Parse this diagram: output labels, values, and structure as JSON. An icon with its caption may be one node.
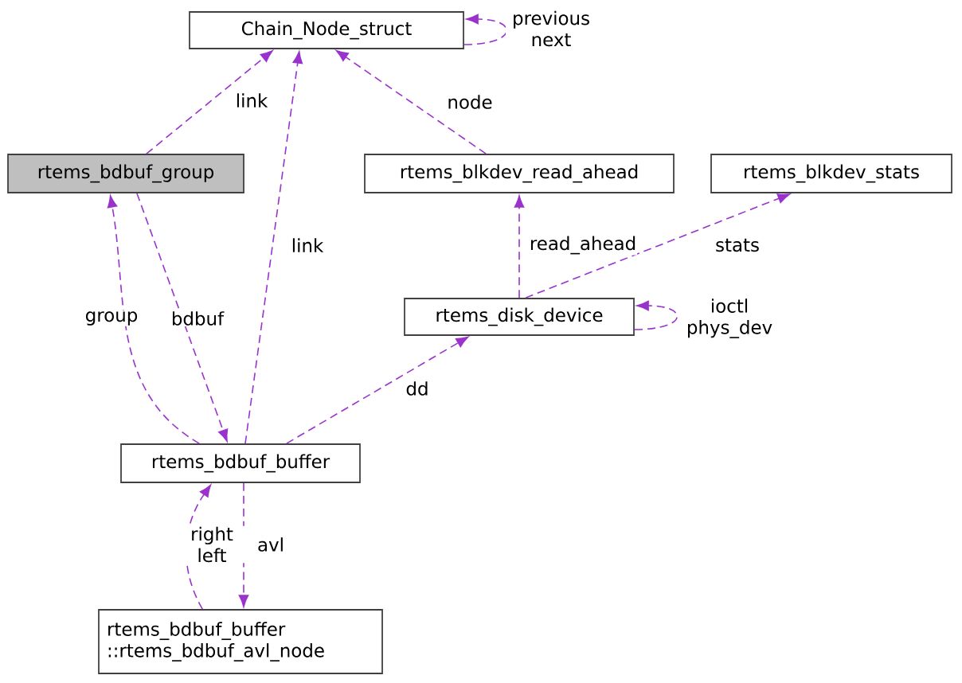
{
  "diagram": {
    "nodes": [
      {
        "text": [
          "Chain_Node_struct"
        ]
      },
      {
        "text": [
          "rtems_bdbuf_group"
        ]
      },
      {
        "text": [
          "rtems_blkdev_read_ahead"
        ]
      },
      {
        "text": [
          "rtems_blkdev_stats"
        ]
      },
      {
        "text": [
          "rtems_disk_device"
        ]
      },
      {
        "text": [
          "rtems_bdbuf_buffer"
        ]
      },
      {
        "text": [
          "rtems_bdbuf_buffer ::rtems_bdbuf_avl_node"
        ]
      }
    ],
    "edges": [
      {
        "from": 1,
        "to": 0,
        "arrow": "to",
        "label": "link"
      },
      {
        "from": 0,
        "to": 0,
        "arrow": "to",
        "label": "previous next"
      },
      {
        "from": 2,
        "to": 0,
        "arrow": "to",
        "label": "node"
      },
      {
        "from": 5,
        "to": 0,
        "arrow": "to",
        "label": "link"
      },
      {
        "from": 4,
        "to": 2,
        "arrow": "to",
        "label": "read_ahead"
      },
      {
        "from": 4,
        "to": 3,
        "arrow": "to",
        "label": "stats"
      },
      {
        "from": 4,
        "to": 4,
        "arrow": "to",
        "label": "ioctl phys_dev"
      },
      {
        "from": 5,
        "to": 4,
        "arrow": "to",
        "label": "dd"
      },
      {
        "from": 5,
        "to": 1,
        "arrow": "to",
        "label": "group"
      },
      {
        "from": 1,
        "to": 5,
        "arrow": "to",
        "label": "bdbuf"
      },
      {
        "from": 6,
        "to": 5,
        "arrow": "to",
        "label": "right left"
      },
      {
        "from": 5,
        "to": 6,
        "arrow": "to",
        "label": "avl"
      }
    ]
  }
}
